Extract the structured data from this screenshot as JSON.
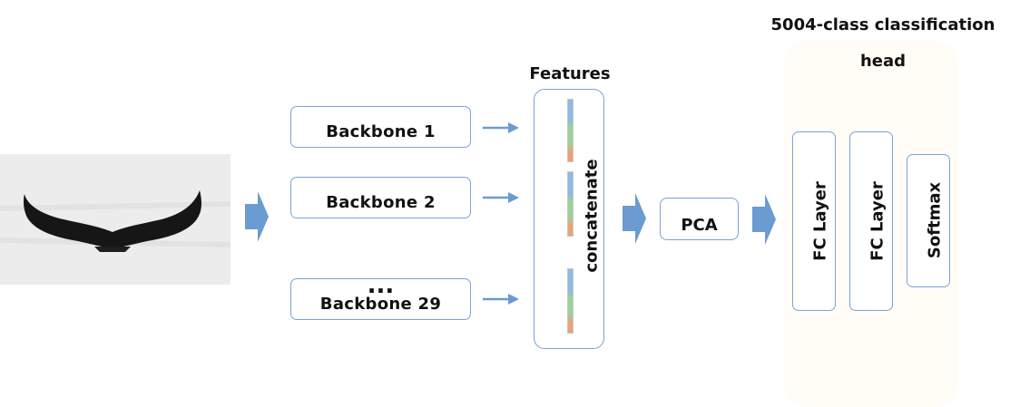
{
  "image": {
    "icon": "whale-tail-photo"
  },
  "backbones": [
    {
      "label": "Backbone 1"
    },
    {
      "label": "Backbone 2"
    },
    {
      "label": "Backbone 29",
      "ellipsis": "..."
    }
  ],
  "features": {
    "title": "Features",
    "operation": "concatenate"
  },
  "pca": {
    "label": "PCA"
  },
  "head": {
    "title_line1": "5004-class classification",
    "title_line2": "head",
    "layers": [
      "FC Layer",
      "FC Layer",
      "Softmax"
    ]
  },
  "colors": {
    "arrow": "#6a9bd1",
    "box_border": "#7aa3d6",
    "head_background": "#fffdf6",
    "feature_vector_top": "#8fb8e6",
    "feature_vector_mid": "#9ad29a",
    "feature_vector_bottom": "#f0a070"
  }
}
